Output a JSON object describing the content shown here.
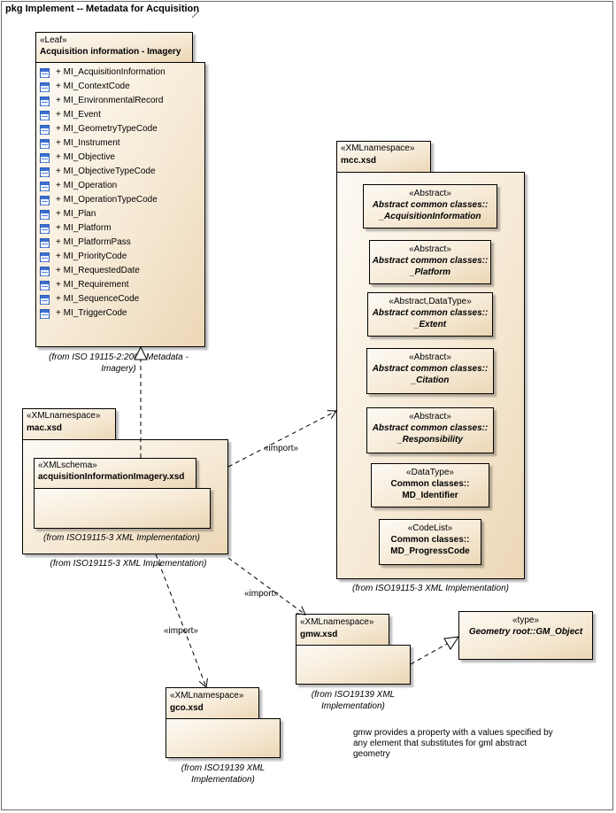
{
  "frame": {
    "title": "pkg Implement -- Metadata for Acquisition"
  },
  "leaf": {
    "stereotype": "«Leaf»",
    "name": "Acquisition information - Imagery",
    "items": [
      "+ MI_AcquisitionInformation",
      "+ MI_ContextCode",
      "+ MI_EnvironmentalRecord",
      "+ MI_Event",
      "+ MI_GeometryTypeCode",
      "+ MI_Instrument",
      "+ MI_Objective",
      "+ MI_ObjectiveTypeCode",
      "+ MI_Operation",
      "+ MI_OperationTypeCode",
      "+ MI_Plan",
      "+ MI_Platform",
      "+ MI_PlatformPass",
      "+ MI_PriorityCode",
      "+ MI_RequestedDate",
      "+ MI_Requirement",
      "+ MI_SequenceCode",
      "+ MI_TriggerCode"
    ],
    "from_line1": "(from ISO 19115-2:2009 Metadata -",
    "from_line2": "Imagery)"
  },
  "mcc": {
    "stereotype": "«XMLnamespace»",
    "name": "mcc.xsd",
    "classes": [
      {
        "stereotype": "«Abstract»",
        "name_line1": "Abstract common classes::",
        "name_line2": "_AcquisitionInformation"
      },
      {
        "stereotype": "«Abstract»",
        "name_line1": "Abstract common classes::",
        "name_line2": "_Platform"
      },
      {
        "stereotype": "«Abstract,DataType»",
        "name_line1": "Abstract common classes::",
        "name_line2": "_Extent"
      },
      {
        "stereotype": "«Abstract»",
        "name_line1": "Abstract common classes::",
        "name_line2": "_Citation"
      },
      {
        "stereotype": "«Abstract»",
        "name_line1": "Abstract common classes::",
        "name_line2": "_Responsibility"
      },
      {
        "stereotype": "«DataType»",
        "name_line1": "Common classes::",
        "name_line2": "MD_Identifier"
      },
      {
        "stereotype": "«CodeList»",
        "name_line1": "Common classes::",
        "name_line2": "MD_ProgressCode"
      }
    ],
    "from": "(from ISO19115-3 XML Implementation)"
  },
  "mac": {
    "stereotype": "«XMLnamespace»",
    "name": "mac.xsd",
    "inner_from": "(from ISO19115-3 XML Implementation)",
    "from": "(from ISO19115-3 XML Implementation)"
  },
  "schema": {
    "stereotype": "«XMLschema»",
    "name": "acquisitionInformationImagery.xsd"
  },
  "gmw": {
    "stereotype": "«XMLnamespace»",
    "name": "gmw.xsd",
    "from_line1": "(from ISO19139 XML",
    "from_line2": "Implementation)"
  },
  "gco": {
    "stereotype": "«XMLnamespace»",
    "name": "gco.xsd",
    "from_line1": "(from ISO19139 XML",
    "from_line2": "Implementation)"
  },
  "gmobject": {
    "stereotype": "«type»",
    "name": "Geometry root::GM_Object"
  },
  "connectors": {
    "import_mcc": "«import»",
    "import_gmw": "«import»",
    "import_gco": "«import»"
  },
  "note": {
    "line1": "gmw provides a property with a values specified by",
    "line2": "any element that substitutes for gml abstract",
    "line3": "geometry"
  }
}
